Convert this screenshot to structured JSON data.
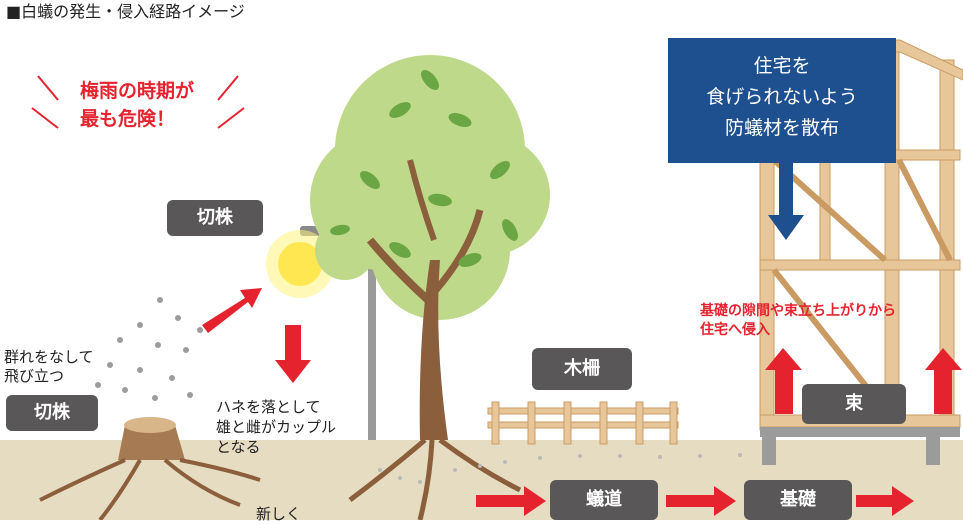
{
  "title": "■白蟻の発生・侵入経路イメージ",
  "warning": {
    "line1": "梅雨の時期が",
    "line2": "最も危険！"
  },
  "blue_box": {
    "line1": "住宅を",
    "line2": "食げられないよう",
    "line3": "防蟻材を散布"
  },
  "labels": {
    "stump_top": "切株",
    "stump_left": "切株",
    "fence": "木柵",
    "tunnel": "蟻道",
    "foundation": "基礎",
    "tsuka": "束"
  },
  "notes": {
    "swarm_1": "群れをなして",
    "swarm_2": "飛び立つ",
    "mate_1": "ハネを落として",
    "mate_2": "雄と雌がカップル",
    "mate_3": "となる",
    "new_colony": "新しく",
    "intrusion_1": "基礎の隙間や束立ち上がりから",
    "intrusion_2": "住宅へ侵入"
  },
  "colors": {
    "red": "#e5232f",
    "blue": "#1e4f8f",
    "label_gray": "#5a5758",
    "ground": "#e6dcc1",
    "leaf": "#bfd98a",
    "wood": "#e7c79a"
  }
}
